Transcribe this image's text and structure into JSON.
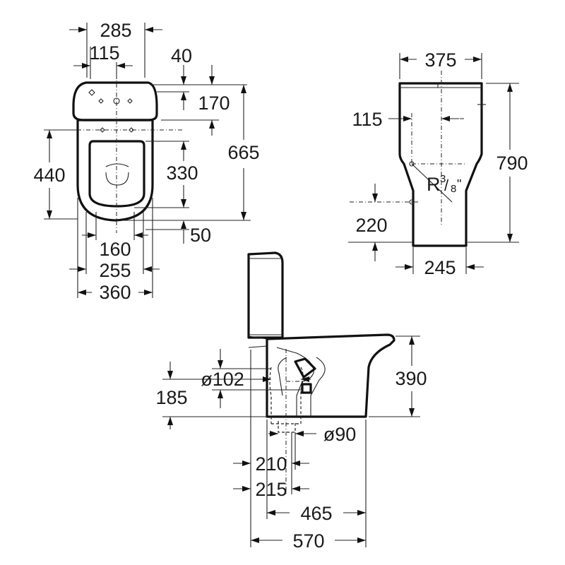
{
  "top_view": {
    "d285": "285",
    "d115": "115",
    "d40": "40",
    "d170": "170",
    "d665": "665",
    "d440": "440",
    "d330": "330",
    "d50": "50",
    "d160": "160",
    "d255": "255",
    "d360": "360"
  },
  "rear_view": {
    "d375": "375",
    "d115": "115",
    "d790": "790",
    "thread_r": "R",
    "thread_num": "3",
    "thread_den": "8",
    "thread_unit": "\"",
    "d220": "220",
    "d245": "245"
  },
  "side_view": {
    "d_phi102": "ø102",
    "d185": "185",
    "d390": "390",
    "d_phi90": "ø90",
    "d210": "210",
    "d215": "215",
    "d465": "465",
    "d570": "570"
  }
}
